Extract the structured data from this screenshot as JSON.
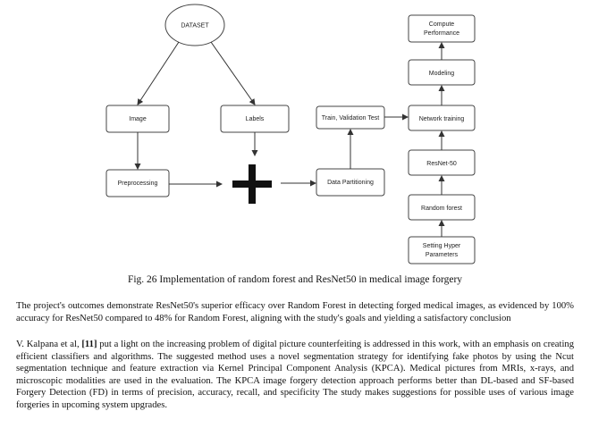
{
  "diagram": {
    "nodes": {
      "dataset": "DATASET",
      "image": "Image",
      "labels": "Labels",
      "preprocessing": "Preprocessing",
      "plus": "+",
      "data_partitioning": "Data Partitioning",
      "train_validation_test": "Train, Validation Test",
      "network_training": "Network training",
      "resnet50": "ResNet-50",
      "random_forest": "Random forest",
      "setting_hyper_line1": "Setting Hyper",
      "setting_hyper_line2": "Parameters",
      "modeling": "Modeling",
      "compute_line1": "Compute",
      "compute_line2": "Performance"
    }
  },
  "caption": "Fig. 26 Implementation of random forest and ResNet50 in medical image forgery",
  "paragraph1": "The project's outcomes demonstrate ResNet50's superior efficacy over Random Forest in detecting forged medical images, as evidenced by 100% accuracy for ResNet50 compared to 48% for Random Forest, aligning with the study's goals and yielding a satisfactory conclusion",
  "paragraph2": {
    "before": "V. Kalpana et al, ",
    "citation": "[11]",
    "after": " put a light on the increasing problem of digital picture counterfeiting is addressed in this work, with an emphasis on creating efficient classifiers and algorithms. The suggested method uses a novel segmentation strategy for identifying fake photos by using the Ncut segmentation technique and feature extraction via Kernel Principal Component Analysis (KPCA). Medical pictures from MRIs, x-rays, and microscopic modalities are used in the evaluation. The KPCA image forgery detection approach performs better than DL-based and SF-based Forgery Detection (FD) in terms of precision, accuracy, recall, and specificity The study makes suggestions for possible uses of various image forgeries in upcoming system upgrades."
  }
}
